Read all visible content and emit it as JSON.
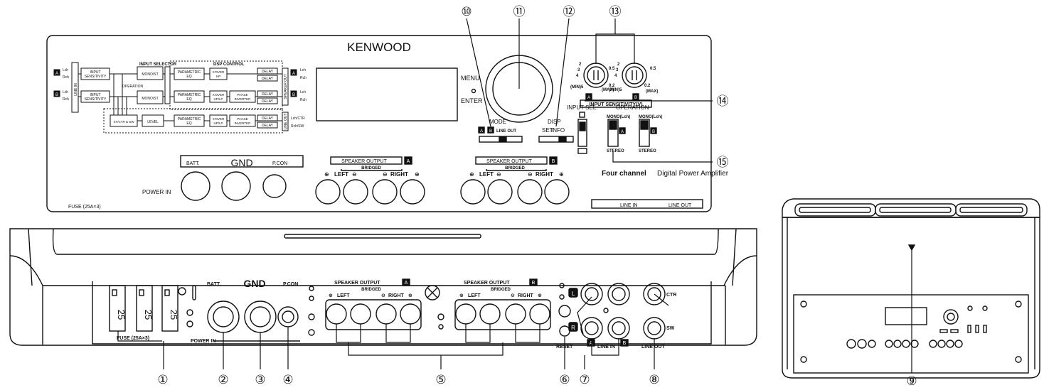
{
  "panel": {
    "brand": "KENWOOD",
    "menu_label": "MENU",
    "enter_label": "ENTER",
    "mode_label": "MODE",
    "disp_label": "DISP",
    "set_label": "SET",
    "info_label": "INFO",
    "sw_a": "A",
    "sw_b": "B",
    "sw_lineout": "LINE OUT",
    "input_sensitivity_label": "INPUT SENSITIVITY(V)",
    "sens_ticks": [
      "2",
      "3",
      "4",
      "0.5",
      "0.2"
    ],
    "sens_min": "(MIN)5",
    "sens_max": "(MAX)",
    "input_sel_label": "INPUT SEL.",
    "operation_label": "OPERATION",
    "mono_lch": "MONO(Lch)",
    "stereo": "STEREO",
    "four_channel_bold": "Four channel",
    "four_channel_rest": "Digital Power Amplifier",
    "line_in": "LINE IN",
    "line_out": "LINE OUT",
    "batt": "BATT.",
    "gnd": "GND",
    "pcon": "P.CON",
    "power_in": "POWER IN",
    "fuse": "FUSE (25A×3)",
    "speaker_output": "SPEAKER OUTPUT",
    "bridged": "BRIDGED",
    "left": "LEFT",
    "right": "RIGHT"
  },
  "block_diagram": {
    "input_selector": "INPUT SELECTOR",
    "dsp_control": "DSP CONTROL",
    "operation": "OPERATION",
    "line_in": "LINE IN",
    "lch": "Lch",
    "rch": "Rch",
    "input_sensitivity": [
      "INPUT",
      "SENSITIVITY"
    ],
    "mono_st": "MONO/ST",
    "parametric_eq": [
      "PARAMETRIC",
      "EQ"
    ],
    "xover_hp": [
      "X'OVER",
      "HP"
    ],
    "xover_hp_lp": [
      "X'OVER",
      "HP/LP"
    ],
    "phase_inverter": [
      "PHASE",
      "INVERTER"
    ],
    "delay": "DELAY",
    "st_ctr_sw": "ST/CTR & SW",
    "level": "LEVEL",
    "lch_ctr": "Lch/CTR",
    "rch_sw": "Rch/SW",
    "line_out": "LINE OUT",
    "speaker_out": "SPEAKER OUT",
    "a": "A",
    "b": "B"
  },
  "amp": {
    "fuse_value": "25",
    "fuse_label": "FUSE (25A×3)",
    "power_in": "POWER IN",
    "batt": "BATT.",
    "gnd": "GND",
    "pcon": "P.CON",
    "speaker_output": "SPEAKER OUTPUT",
    "bridged": "BRIDGED",
    "left": "LEFT",
    "right": "RIGHT",
    "a": "A",
    "b": "B",
    "l": "L",
    "r": "R",
    "reset": "RESET",
    "line_in": "LINE IN",
    "line_out": "LINE OUT",
    "ctr": "CTR",
    "sw": "SW"
  },
  "callouts": {
    "c1": "①",
    "c2": "②",
    "c3": "③",
    "c4": "④",
    "c5": "⑤",
    "c6": "⑥",
    "c7": "⑦",
    "c8": "⑧",
    "c9": "⑨",
    "c10": "⑩",
    "c11": "⑪",
    "c12": "⑫",
    "c13": "⑬",
    "c14": "⑭",
    "c15": "⑮"
  }
}
